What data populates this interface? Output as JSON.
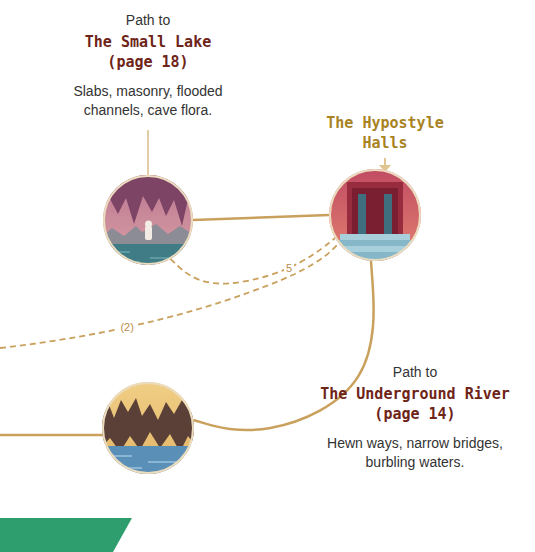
{
  "diagram": {
    "nodes": [
      {
        "text": [
          "Path to",
          "The Small Lake (page 18)",
          "Slabs, masonry, flooded channels, cave flora."
        ]
      },
      {
        "text": [
          "The Hypostyle Halls"
        ]
      },
      {
        "text": [
          "Path to",
          "The Underground River (page 14)",
          "Hewn ways, narrow bridges, burbling waters."
        ]
      }
    ],
    "edges": [
      {
        "from": 0,
        "to": 1,
        "arrow": "none"
      },
      {
        "from": 1,
        "to": 2,
        "arrow": "none"
      },
      {
        "from": 0,
        "to": 1,
        "arrow": "none",
        "label": "5"
      }
    ],
    "labels": [
      "(2)"
    ]
  }
}
